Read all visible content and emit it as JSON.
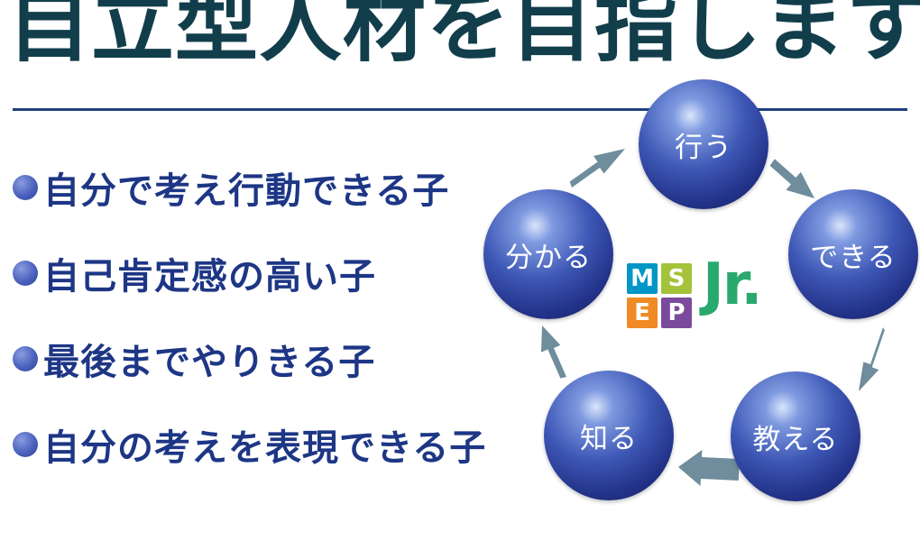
{
  "headline": "自立型人材を目指します",
  "traits": [
    "自分で考え行動できる子",
    "自己肯定感の高い子",
    "最後までやりきる子",
    "自分の考えを表現できる子"
  ],
  "cycle": {
    "nodes": [
      "行う",
      "できる",
      "教える",
      "知る",
      "分かる"
    ]
  },
  "logo": {
    "letters": [
      "M",
      "S",
      "E",
      "P"
    ],
    "suffix": "Jr."
  },
  "colors": {
    "headline": "#123e4c",
    "trait_text": "#1d3685",
    "rule": "#1f3f7d",
    "arrow": "#6f8d9c",
    "logo_m": "#0096c6",
    "logo_s": "#a4c23a",
    "logo_e": "#f08a24",
    "logo_p": "#7c4a9d",
    "logo_jr": "#2aa96e"
  }
}
